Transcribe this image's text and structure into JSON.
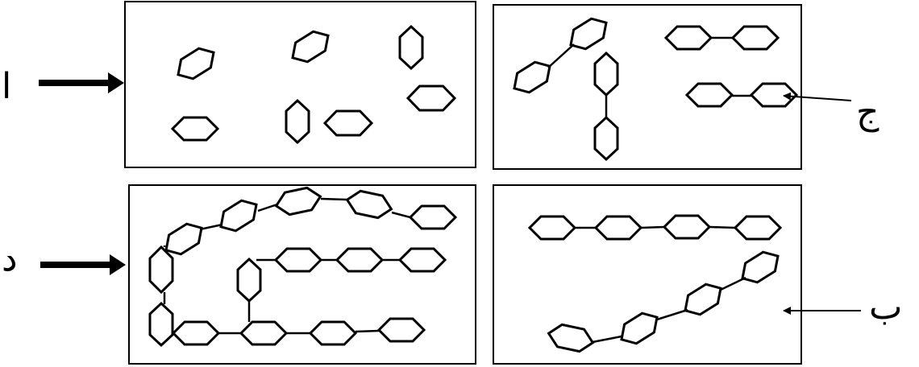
{
  "labels": {
    "a": "ا",
    "j": "ج",
    "d": "د",
    "b": "ب"
  },
  "colors": {
    "stroke": "#000000",
    "background": "#ffffff"
  }
}
